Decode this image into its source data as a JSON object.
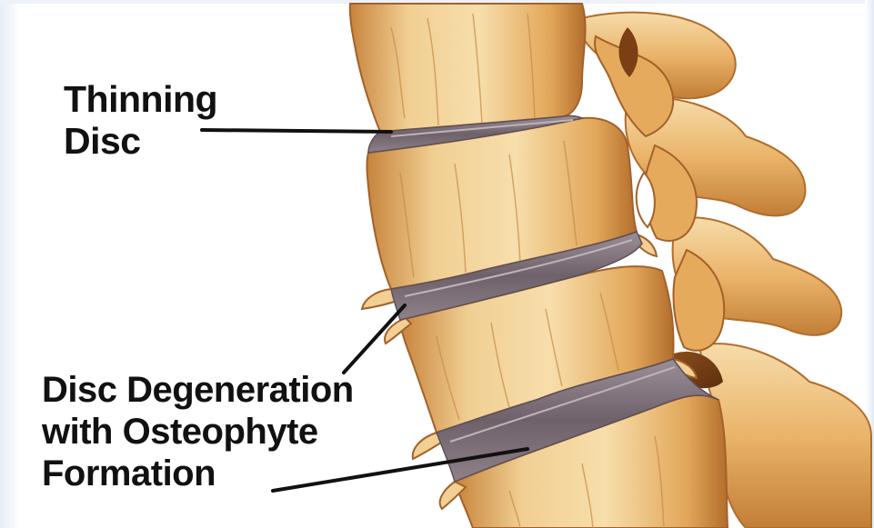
{
  "labels": {
    "thinning_disc": [
      "Thinning",
      "Disc"
    ],
    "disc_degeneration": [
      "Disc Degeneration",
      "with Osteophyte",
      "Formation"
    ]
  },
  "colors": {
    "bone_light": "#f4d49a",
    "bone_mid": "#e9b367",
    "bone_dark": "#b8742e",
    "bone_shadow": "#8a4d1c",
    "disc": "#7d6f78",
    "disc_light": "#a89aa0",
    "leader_line": "#111111",
    "background": "#ffffff"
  }
}
